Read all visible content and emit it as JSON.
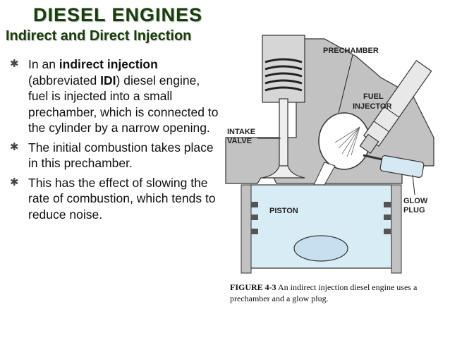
{
  "slide": {
    "title": "DIESEL ENGINES",
    "subtitle": "Indirect and Direct Injection"
  },
  "bullets": [
    {
      "pre": "In an ",
      "bold1": "indirect injection",
      "mid": " (abbreviated ",
      "bold2": "IDI",
      "post": ") diesel engine, fuel is injected into a small prechamber, which is connected to the cylinder by a narrow opening."
    },
    {
      "text": "The initial combustion takes place in this prechamber."
    },
    {
      "text": "This has the effect of slowing the rate of combustion, which tends to reduce noise."
    }
  ],
  "bullet_symbol": "✱",
  "diagram": {
    "labels": {
      "prechamber": "PRECHAMBER",
      "fuel": "FUEL",
      "injector": "INJECTOR",
      "intake": "INTAKE",
      "valve": "VALVE",
      "piston": "PISTON",
      "glow": "GLOW",
      "plug": "PLUG"
    }
  },
  "caption": {
    "figure": "FIGURE 4-3",
    "text": " An indirect injection diesel engine uses a prechamber and a glow plug."
  },
  "colors": {
    "title_green": "#1a3d0a",
    "piston_blue": "#cfe6f2",
    "head_gray": "#b8b8b8"
  }
}
